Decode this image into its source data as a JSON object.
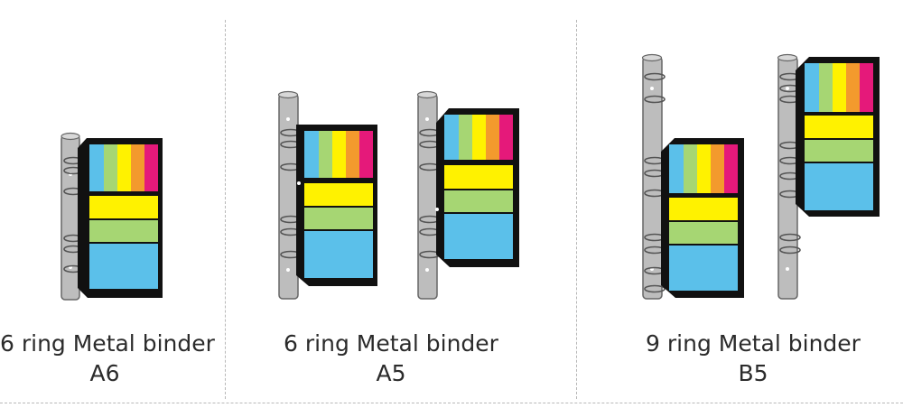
{
  "colors": {
    "blue": "#5bc0ea",
    "green": "#a6d673",
    "yellow": "#fff200",
    "orange": "#f39a2d",
    "red": "#ec1c24",
    "magenta": "#e5197a",
    "frame": "#111111",
    "binder": "#bdbdbd",
    "divider": "#b8b8b8"
  },
  "panels": [
    {
      "title": "6 ring Metal binder",
      "size": "A6"
    },
    {
      "title": "6 ring Metal binder",
      "size": "A5"
    },
    {
      "title": "9 ring Metal binder",
      "size": "B5"
    }
  ]
}
